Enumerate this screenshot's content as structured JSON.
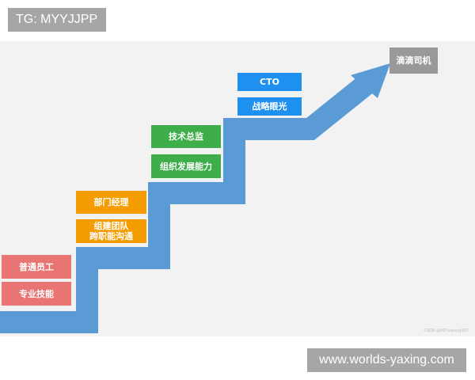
{
  "header": {
    "tag_label": "TG: MYYJJPP"
  },
  "footer": {
    "site_label": "www.worlds-yaxing.com"
  },
  "diagram": {
    "steps": [
      {
        "title": "普通员工",
        "skill": "专业技能",
        "color": "#e87474"
      },
      {
        "title": "部门经理",
        "skill_lines": [
          "组建团队",
          "跨职能沟通"
        ],
        "color": "#f59c00"
      },
      {
        "title": "技术总监",
        "skill": "组织发展能力",
        "color": "#3dae49"
      },
      {
        "title": "CTO",
        "skill": "战略眼光",
        "color": "#1e90f0"
      }
    ],
    "goal": "滴滴司机",
    "arrow_color": "#5b9bd5",
    "watermark": "CSDN @007yaxing007"
  }
}
